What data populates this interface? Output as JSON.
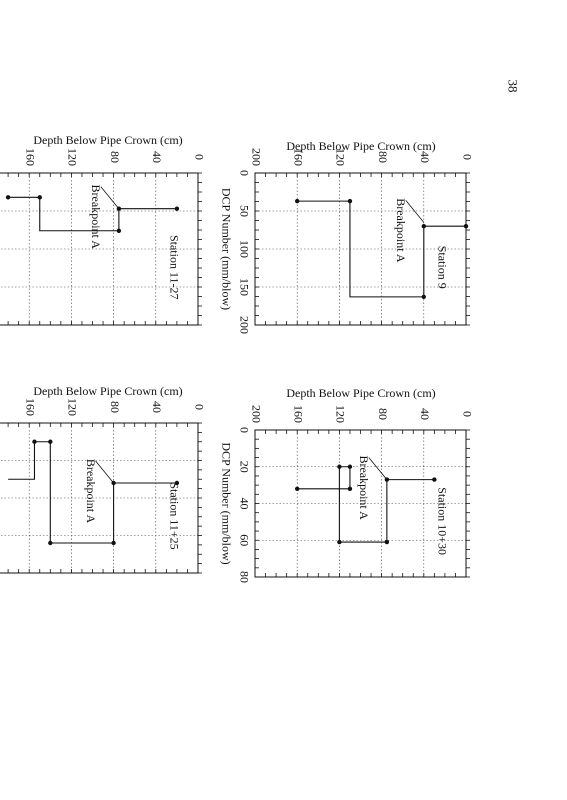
{
  "page_number": "38",
  "chart_data": [
    {
      "type": "line",
      "title": "Station 9",
      "xlabel": "DCP Number (mm/blow)",
      "ylabel": "Depth Below Pipe Crown (cm)",
      "xlim": [
        0,
        200
      ],
      "ylim": [
        200,
        0
      ],
      "x_ticks": [
        "0",
        "50",
        "100",
        "150",
        "200"
      ],
      "y_ticks": [
        "200",
        "160",
        "120",
        "80",
        "40",
        "0"
      ],
      "grid": true,
      "series": [
        {
          "x": [
            37,
            37,
            163,
            163,
            70,
            70
          ],
          "y": [
            160,
            110,
            110,
            40,
            40,
            0
          ],
          "markers_at_indices": [
            0,
            1,
            3,
            4,
            5
          ]
        }
      ],
      "annotation": {
        "text": "Breakpoint A",
        "x": 65,
        "y": 40
      }
    },
    {
      "type": "line",
      "title": "Station 11-27",
      "xlabel": "DCP Number (mm/blow)",
      "ylabel": "Depth Below Pipe Crown (cm)",
      "xlim": [
        0,
        200
      ],
      "ylim": [
        200,
        0
      ],
      "x_ticks": [
        "0",
        "50",
        "100",
        "150",
        "200"
      ],
      "y_ticks": [
        "160",
        "120",
        "80",
        "40",
        "0"
      ],
      "grid": true,
      "series": [
        {
          "x": [
            32,
            32,
            76,
            76,
            47,
            47
          ],
          "y": [
            180,
            150,
            150,
            75,
            75,
            20
          ],
          "markers_at_indices": [
            0,
            1,
            3,
            4,
            5
          ]
        }
      ],
      "annotation": {
        "text": "Breakpoint A",
        "x": 47,
        "y": 75
      }
    },
    {
      "type": "line",
      "title": "Station 10+30",
      "xlabel": "DCP Number (mm/blow)",
      "ylabel": "Depth Below Pipe Crown (cm)",
      "xlim": [
        0,
        80
      ],
      "ylim": [
        200,
        0
      ],
      "x_ticks": [
        "0",
        "20",
        "40",
        "60",
        "80"
      ],
      "y_ticks": [
        "200",
        "160",
        "120",
        "80",
        "40",
        "0"
      ],
      "grid": true,
      "series": [
        {
          "x": [
            32,
            32,
            20,
            20,
            61,
            61,
            27,
            27
          ],
          "y": [
            160,
            110,
            110,
            120,
            120,
            75,
            75,
            30
          ],
          "markers_at_indices": [
            0,
            1,
            2,
            3,
            4,
            5,
            6,
            7
          ]
        }
      ],
      "annotation": {
        "text": "Breakpoint A",
        "x": 27,
        "y": 75
      }
    },
    {
      "type": "line",
      "title": "Station 11+25",
      "xlabel": "DCP Number (mm/blow)",
      "ylabel": "Depth Below Pipe Crown (cm)",
      "xlim": [
        0,
        80
      ],
      "ylim": [
        200,
        0
      ],
      "x_ticks": [
        "0",
        "20",
        "40",
        "60",
        "80"
      ],
      "y_ticks": [
        "160",
        "120",
        "80",
        "40",
        "0"
      ],
      "grid": true,
      "series": [
        {
          "x": [
            30,
            30,
            10,
            10,
            64,
            64,
            32,
            32
          ],
          "y": [
            180,
            155,
            155,
            140,
            140,
            80,
            80,
            20
          ],
          "markers_at_indices": [
            2,
            3,
            4,
            5,
            6,
            7
          ]
        }
      ],
      "annotation": {
        "text": "Breakpoint A",
        "x": 32,
        "y": 80
      }
    }
  ]
}
